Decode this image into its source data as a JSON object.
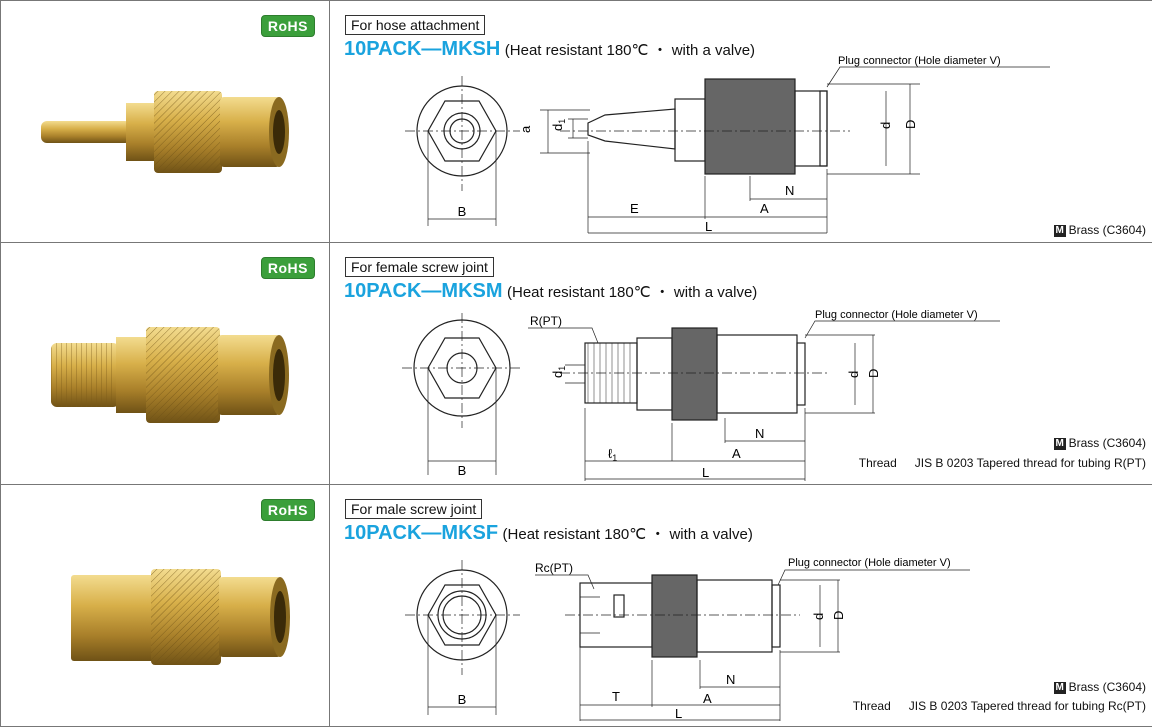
{
  "rows": [
    {
      "badge": "RoHS",
      "usage": "For hose attachment",
      "model": "10PACK—MKSH",
      "desc": "(Heat resistant 180℃ ・ with a valve)",
      "callout": "Plug connector (Hole diameter V)",
      "material_mark": "M",
      "material": "Brass (C3604)",
      "dims": {
        "a": "a",
        "d1": "d",
        "d1_sub": "1",
        "d": "d",
        "D": "D",
        "B": "B",
        "E": "E",
        "A": "A",
        "N": "N",
        "L": "L"
      }
    },
    {
      "badge": "RoHS",
      "usage": "For female screw joint",
      "model": "10PACK—MKSM",
      "desc": "(Heat resistant 180℃ ・ with a valve)",
      "callout": "Plug connector (Hole diameter V)",
      "thread_label": "R(PT)",
      "material_mark": "M",
      "material": "Brass (C3604)",
      "thread_note": "Thread  JIS B 0203  Tapered thread for tubing R(PT)",
      "dims": {
        "d1": "d",
        "d1_sub": "1",
        "d": "d",
        "D": "D",
        "B": "B",
        "l1": "ℓ",
        "l1_sub": "1",
        "A": "A",
        "N": "N",
        "L": "L"
      }
    },
    {
      "badge": "RoHS",
      "usage": "For male screw joint",
      "model": "10PACK—MKSF",
      "desc": "(Heat resistant 180℃ ・ with a valve)",
      "callout": "Plug connector (Hole diameter V)",
      "thread_label": "Rc(PT)",
      "material_mark": "M",
      "material": "Brass (C3604)",
      "thread_note": "Thread  JIS B 0203  Tapered thread for tubing Rc(PT)",
      "dims": {
        "d": "d",
        "D": "D",
        "B": "B",
        "T": "T",
        "A": "A",
        "N": "N",
        "L": "L"
      }
    }
  ],
  "colors": {
    "model": "#1aa3de",
    "rohs": "#3b9f3b",
    "brass": "#c9a13a"
  }
}
